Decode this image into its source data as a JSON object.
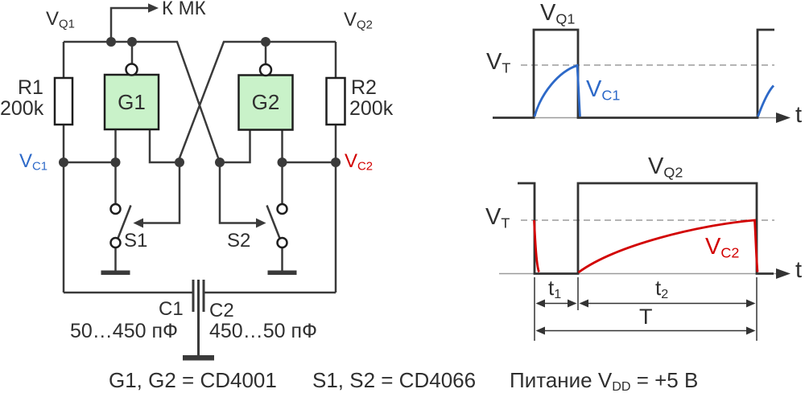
{
  "colors": {
    "wire": "#3a3a3a",
    "component_stroke": "#1e1e1e",
    "gate_fill": "#c9f2c9",
    "capacitor_blue": "#2d69c8",
    "capacitor_red": "#d20000",
    "axis_gray": "#9a9a9a",
    "threshold_dash_gray": "#b4b4b4"
  },
  "circuit": {
    "to_mcu": "К МК",
    "nodes": {
      "vq1": {
        "base": "V",
        "sub": "Q1"
      },
      "vq2": {
        "base": "V",
        "sub": "Q2"
      },
      "vc1": {
        "base": "V",
        "sub": "C1"
      },
      "vc2": {
        "base": "V",
        "sub": "C2"
      }
    },
    "components": {
      "r1": {
        "ref": "R1",
        "value": "200k"
      },
      "r2": {
        "ref": "R2",
        "value": "200k"
      },
      "g1": {
        "ref": "G1"
      },
      "g2": {
        "ref": "G2"
      },
      "s1": {
        "ref": "S1"
      },
      "s2": {
        "ref": "S2"
      },
      "c1": {
        "ref": "C1",
        "value": "50…450 пФ"
      },
      "c2": {
        "ref": "C2",
        "value": "450…50 пФ"
      }
    }
  },
  "waveforms": {
    "top": {
      "pulse": {
        "base": "V",
        "sub": "Q1"
      },
      "threshold": {
        "base": "V",
        "sub": "T"
      },
      "capacitor": {
        "base": "V",
        "sub": "C1"
      },
      "axis": "t"
    },
    "bottom": {
      "pulse": {
        "base": "V",
        "sub": "Q2"
      },
      "threshold": {
        "base": "V",
        "sub": "T"
      },
      "capacitor": {
        "base": "V",
        "sub": "C2"
      },
      "axis": "t",
      "t1": {
        "base": "t",
        "sub": "1"
      },
      "t2": {
        "base": "t",
        "sub": "2"
      },
      "period": "T"
    }
  },
  "caption": {
    "gates": "G1, G2 = CD4001",
    "switches": "S1, S2 = CD4066",
    "power": {
      "prefix": "Питание V",
      "sub": "DD",
      "suffix": " = +5 В"
    }
  }
}
